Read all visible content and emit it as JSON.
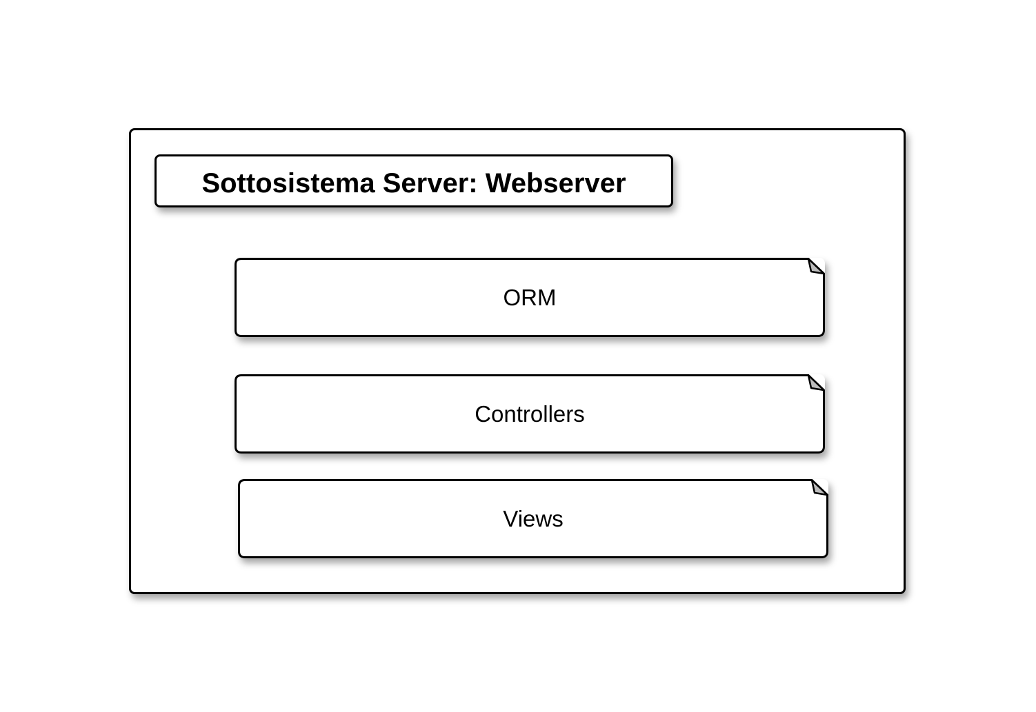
{
  "diagram": {
    "title": "Sottosistema Server: Webserver",
    "modules": [
      {
        "label": "ORM"
      },
      {
        "label": "Controllers"
      },
      {
        "label": "Views"
      }
    ]
  },
  "colors": {
    "stroke": "#000000",
    "fill": "#ffffff",
    "corner_fold": "#bdbdbd"
  }
}
